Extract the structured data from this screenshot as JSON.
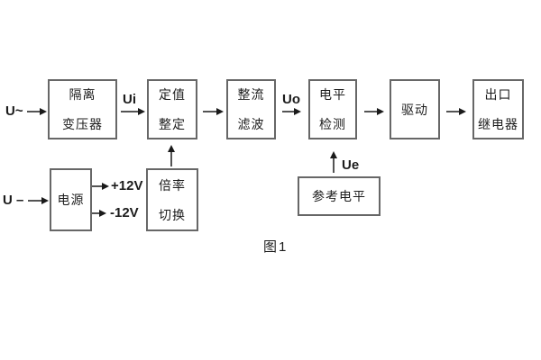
{
  "figure": {
    "caption": "图1",
    "colors": {
      "background": "#ffffff",
      "box_border": "#676767",
      "line": "#1a1a1a",
      "text": "#1c1c1c"
    }
  },
  "blocks": {
    "isolation_transformer": {
      "lines": [
        "隔离",
        "变压器"
      ]
    },
    "setting_adjust": {
      "lines": [
        "定值",
        "整定"
      ]
    },
    "rectifier_filter": {
      "lines": [
        "整流",
        "滤波"
      ]
    },
    "level_detect": {
      "lines": [
        "电平",
        "检测"
      ]
    },
    "driver": {
      "lines": [
        "驱动"
      ]
    },
    "output_relay": {
      "lines": [
        "出口",
        "继电器"
      ]
    },
    "power_supply": {
      "lines": [
        "电源"
      ]
    },
    "ratio_switch": {
      "lines": [
        "倍率",
        "切换"
      ]
    },
    "reference_level": {
      "lines": [
        "参考电平"
      ]
    }
  },
  "labels": {
    "ac_input": "U~",
    "dc_input": "U –",
    "ui": "Ui",
    "uo": "Uo",
    "ue": "Ue",
    "plus12v": "+12V",
    "minus12v": "-12V"
  }
}
